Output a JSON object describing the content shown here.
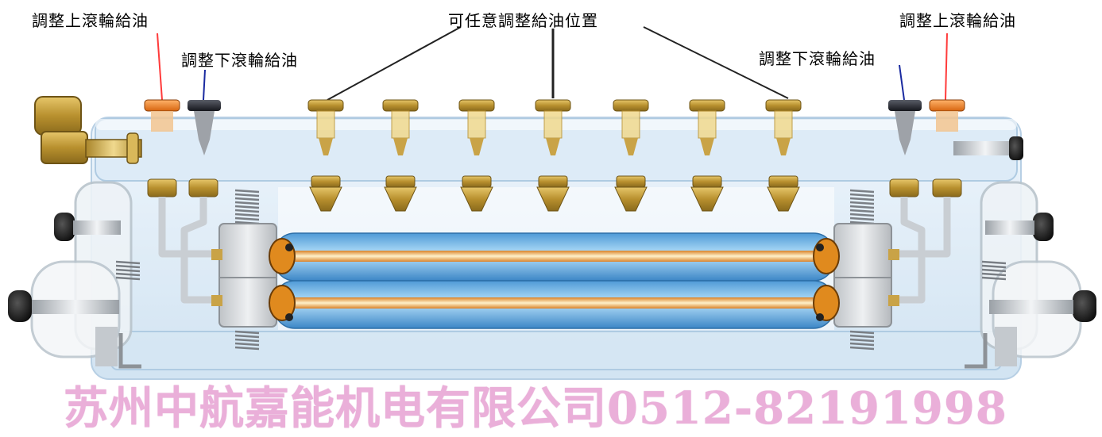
{
  "callouts": {
    "upper_roller_left": "調整上滾輪給油",
    "lower_roller_left": "調整下滾輪給油",
    "any_position": "可任意調整給油位置",
    "lower_roller_right": "調整下滾輪給油",
    "upper_roller_right": "調整上滾輪給油"
  },
  "watermark": "苏州中航嘉能机电有限公司0512-82191998",
  "colors": {
    "frame": "#cfe3f3",
    "roller": "#7cc0ec",
    "brass": "#b8902e",
    "upper_valve": "#e27a1c",
    "lower_valve": "#2a2a35",
    "upper_leader": "#ff3b3b",
    "lower_leader": "#1a2aa0",
    "watermark": "#e9a9d6"
  }
}
